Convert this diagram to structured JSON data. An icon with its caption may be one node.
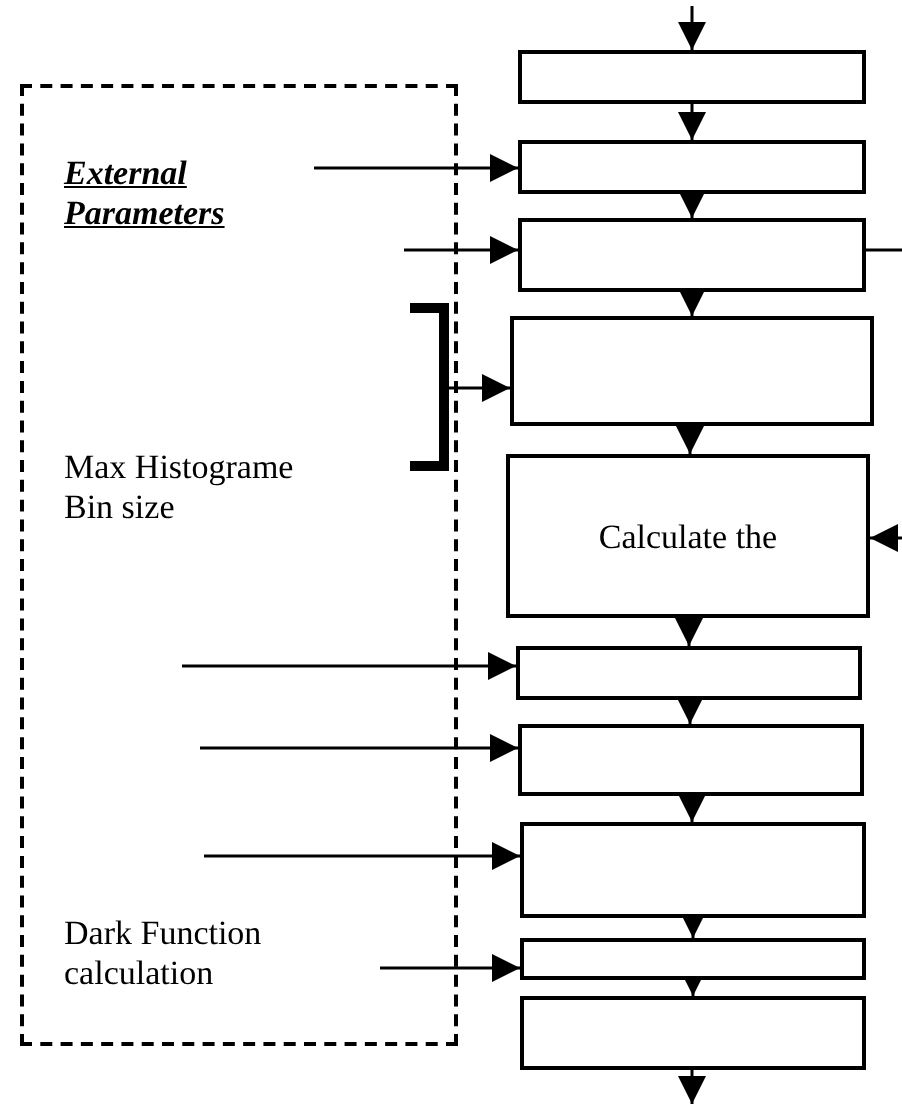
{
  "diagram": {
    "nodes": [
      {
        "text": [
          "External Parameters",
          "Max Histograme Bin size",
          "Dark Function calculation"
        ]
      },
      {
        "text": [],
        "shape": "box"
      },
      {
        "text": [],
        "shape": "box"
      },
      {
        "text": [],
        "shape": "box"
      },
      {
        "text": [],
        "shape": "box"
      },
      {
        "text": [
          "Calculate the"
        ]
      },
      {
        "text": [],
        "shape": "box"
      },
      {
        "text": [],
        "shape": "box"
      },
      {
        "text": [],
        "shape": "box"
      },
      {
        "text": [],
        "shape": "box"
      },
      {
        "text": [],
        "shape": "box"
      }
    ],
    "edges": [
      {
        "from": null,
        "to": 1,
        "arrow": "to"
      },
      {
        "from": 1,
        "to": 2,
        "arrow": "to"
      },
      {
        "from": 2,
        "to": 3,
        "arrow": "to"
      },
      {
        "from": 3,
        "to": 4,
        "arrow": "to"
      },
      {
        "from": 4,
        "to": 5,
        "arrow": "to"
      },
      {
        "from": 5,
        "to": 6,
        "arrow": "to"
      },
      {
        "from": 6,
        "to": 7,
        "arrow": "to"
      },
      {
        "from": 7,
        "to": 8,
        "arrow": "to"
      },
      {
        "from": 8,
        "to": 9,
        "arrow": "to"
      },
      {
        "from": 9,
        "to": 10,
        "arrow": "to"
      },
      {
        "from": 10,
        "to": null,
        "arrow": "to"
      },
      {
        "from": 0,
        "to": 2,
        "arrow": "to"
      },
      {
        "from": 0,
        "to": 3,
        "arrow": "to"
      },
      {
        "from": 3,
        "to": null,
        "arrow": "none"
      },
      {
        "from": 0,
        "to": 4,
        "arrow": "to"
      },
      {
        "from": null,
        "to": 5,
        "arrow": "to"
      },
      {
        "from": 0,
        "to": 6,
        "arrow": "to"
      },
      {
        "from": 0,
        "to": 7,
        "arrow": "to"
      },
      {
        "from": 0,
        "to": 8,
        "arrow": "to"
      },
      {
        "from": 0,
        "to": 9,
        "arrow": "to"
      }
    ]
  }
}
